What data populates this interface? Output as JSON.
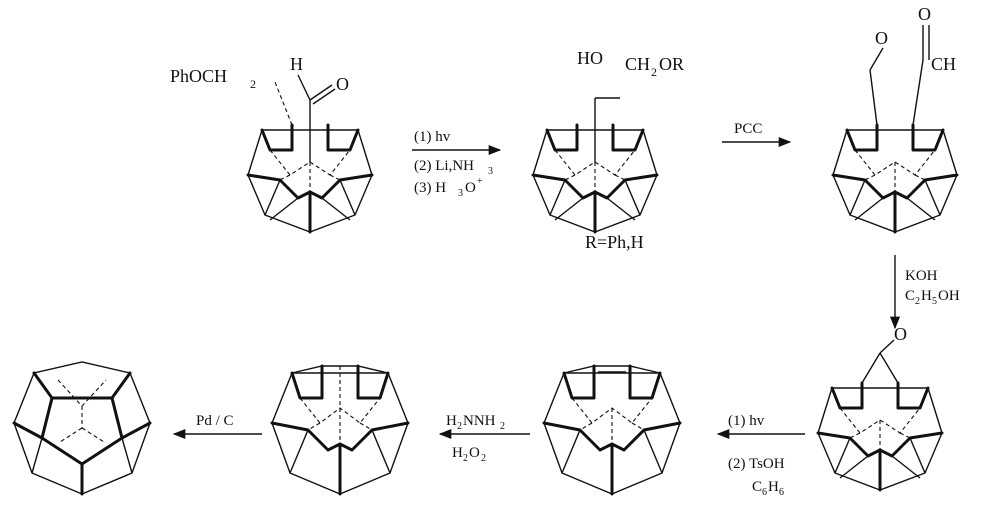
{
  "molecules": {
    "m1": {
      "labels": [
        {
          "text": "H"
        },
        {
          "text": "O"
        },
        {
          "text": "PhOCH"
        },
        {
          "text": "2"
        }
      ]
    },
    "m2": {
      "labels": [
        {
          "text": "HO"
        },
        {
          "text": "CH"
        },
        {
          "text": "2"
        },
        {
          "text": "OR"
        }
      ],
      "note": "R=Ph,H"
    },
    "m3": {
      "labels": [
        {
          "text": "O"
        },
        {
          "text": "O"
        },
        {
          "text": "CH"
        }
      ]
    },
    "m4": {
      "labels": [
        {
          "text": "O"
        }
      ]
    }
  },
  "arrows": {
    "a1": {
      "lines": [
        "(1) hv",
        "(2) Li,NH",
        "(3) H",
        "O"
      ],
      "subs": [
        "3",
        "3",
        "+"
      ]
    },
    "a2": {
      "lines": [
        "PCC"
      ]
    },
    "a3": {
      "lines": [
        "KOH",
        "C",
        "H",
        "OH"
      ],
      "subs": [
        "2",
        "5"
      ]
    },
    "a4": {
      "lines": [
        "(1) hv",
        "(2) TsOH",
        "C",
        "H"
      ],
      "subs": [
        "6",
        "6"
      ]
    },
    "a5": {
      "lines": [
        "H",
        "NNH",
        "H",
        "O"
      ],
      "subs": [
        "2",
        "2",
        "2",
        "2"
      ]
    },
    "a6": {
      "lines": [
        "Pd / C"
      ]
    }
  }
}
